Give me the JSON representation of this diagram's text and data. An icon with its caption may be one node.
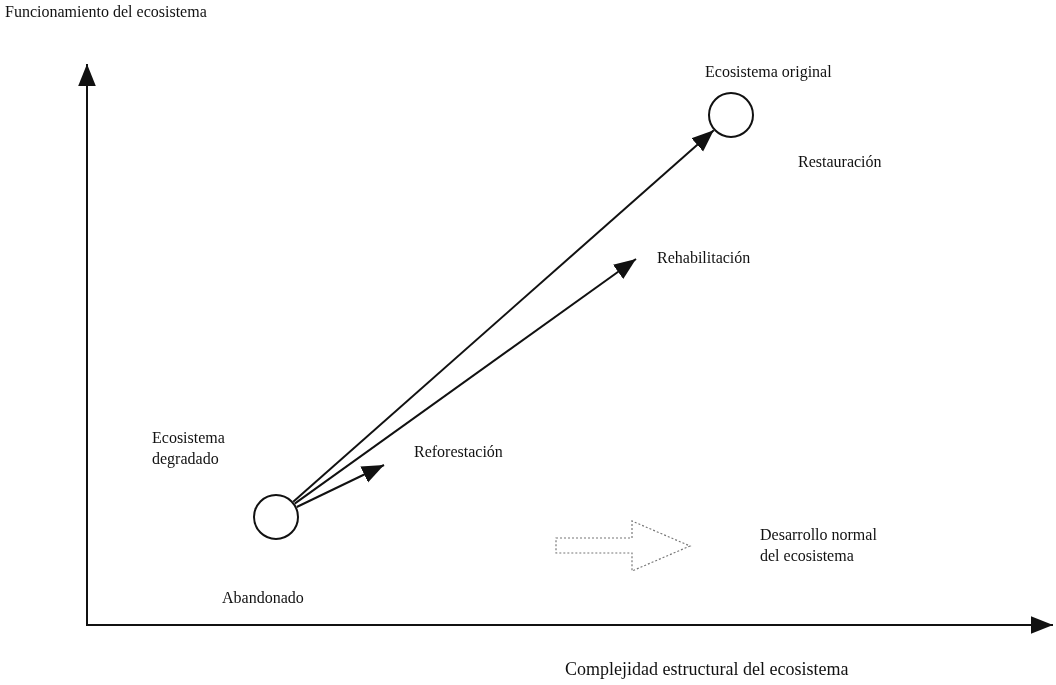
{
  "diagram": {
    "nodes": [
      {
        "text": [],
        "shape": "circle",
        "beside": [
          "Ecosistema degradado",
          "Abandonado"
        ]
      },
      {
        "text": [],
        "shape": "circle",
        "beside": [
          "Ecosistema original",
          "Restauración"
        ]
      }
    ],
    "edges": [
      {
        "from": 0,
        "to": 1,
        "arrow": "to"
      },
      {
        "from": 0,
        "to": null,
        "arrow": "to",
        "label": "Rehabilitación"
      },
      {
        "from": 0,
        "to": null,
        "arrow": "to",
        "label": "Reforestación"
      }
    ],
    "labels": [
      "Funcionamiento del ecosistema",
      "Desarrollo normal del ecosistema",
      "Complejidad estructural del ecosistema"
    ]
  }
}
